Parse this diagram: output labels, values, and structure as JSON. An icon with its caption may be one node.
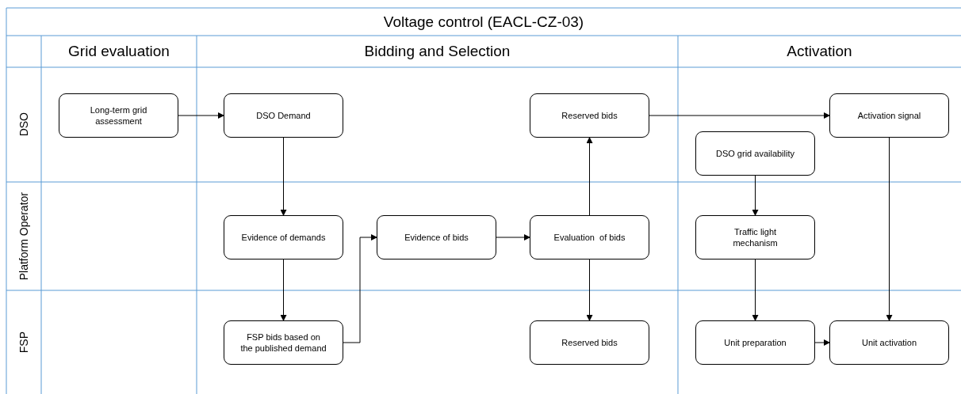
{
  "diagram": {
    "title": "Voltage control (EACL-CZ-03)",
    "nodes": [
      {
        "text": [
          "Grid evaluation"
        ]
      },
      {
        "text": [
          "Bidding and Selection"
        ]
      },
      {
        "text": [
          "Activation"
        ]
      },
      {
        "text": [
          "DSO"
        ]
      },
      {
        "text": [
          "Platform Operator"
        ]
      },
      {
        "text": [
          "FSP"
        ]
      },
      {
        "text": [
          "Long-term grid assessment"
        ]
      },
      {
        "text": [
          "DSO Demand"
        ]
      },
      {
        "text": [
          "Reserved bids"
        ]
      },
      {
        "text": [
          "Activation signal"
        ]
      },
      {
        "text": [
          "DSO grid availability"
        ]
      },
      {
        "text": [
          "Evidence of demands"
        ]
      },
      {
        "text": [
          "Evidence of bids"
        ]
      },
      {
        "text": [
          "Evaluation  of bids"
        ]
      },
      {
        "text": [
          "Traffic light mechanism"
        ]
      },
      {
        "text": [
          "FSP bids based on the published demand"
        ]
      },
      {
        "text": [
          "Reserved bids"
        ]
      },
      {
        "text": [
          "Unit preparation"
        ]
      },
      {
        "text": [
          "Unit activation"
        ]
      }
    ],
    "edges": [
      {
        "from": 6,
        "to": 7,
        "arrow": "to"
      },
      {
        "from": 7,
        "to": 11,
        "arrow": "to"
      },
      {
        "from": 11,
        "to": 15,
        "arrow": "to"
      },
      {
        "from": 15,
        "to": 12,
        "arrow": "to"
      },
      {
        "from": 12,
        "to": 13,
        "arrow": "to"
      },
      {
        "from": 13,
        "to": 8,
        "arrow": "to"
      },
      {
        "from": 13,
        "to": 16,
        "arrow": "to"
      },
      {
        "from": 8,
        "to": 9,
        "arrow": "to"
      },
      {
        "from": 10,
        "to": 14,
        "arrow": "to"
      },
      {
        "from": 14,
        "to": 17,
        "arrow": "to"
      },
      {
        "from": 17,
        "to": 18,
        "arrow": "to"
      },
      {
        "from": 9,
        "to": 18,
        "arrow": "to"
      }
    ]
  }
}
